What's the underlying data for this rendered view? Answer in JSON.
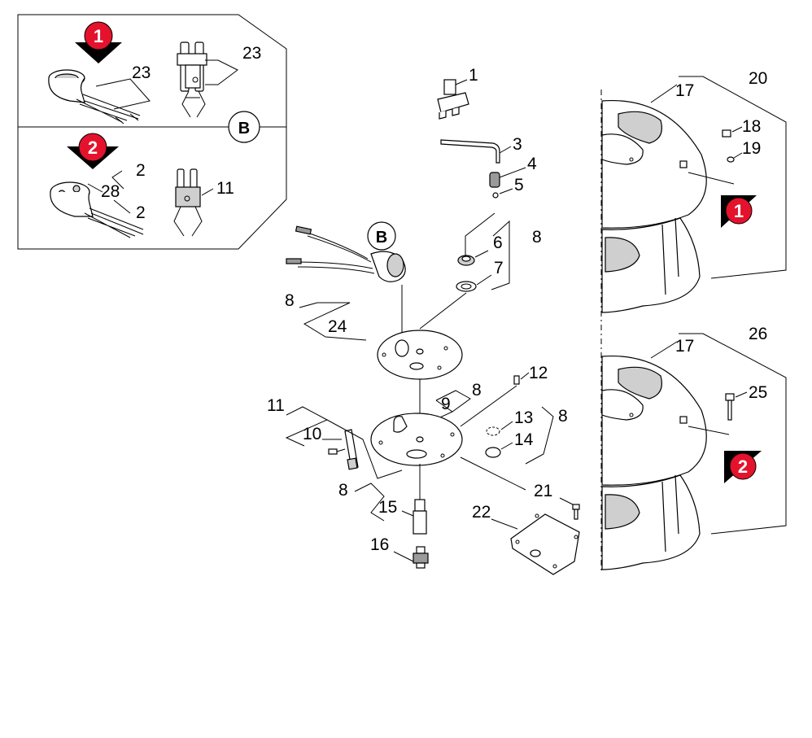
{
  "inset": {
    "option1_badge": "1",
    "option2_badge": "2",
    "detail_ref": "B",
    "option1_labels": [
      "23",
      "23"
    ],
    "option2_labels": [
      "2",
      "28",
      "2",
      "11"
    ]
  },
  "detail_b": {
    "letter": "B"
  },
  "callouts": {
    "c1": "1",
    "c3": "3",
    "c4": "4",
    "c5": "5",
    "c6": "6",
    "c7": "7",
    "c8_top": "8",
    "c8_left": "8",
    "c24": "24",
    "c12": "12",
    "c8_mid": "8",
    "c9": "9",
    "c11": "11",
    "c10": "10",
    "c13": "13",
    "c8_right": "8",
    "c14": "14",
    "c8_low": "8",
    "c15": "15",
    "c16": "16",
    "c21": "21",
    "c22": "22",
    "c17_top": "17",
    "c20": "20",
    "c18": "18",
    "c19": "19",
    "badge_top": "1",
    "c17_bot": "17",
    "c26": "26",
    "c25": "25",
    "badge_bot": "2"
  },
  "colors": {
    "badge_red": "#e4122c",
    "badge_black": "#000000",
    "line": "#000000"
  }
}
